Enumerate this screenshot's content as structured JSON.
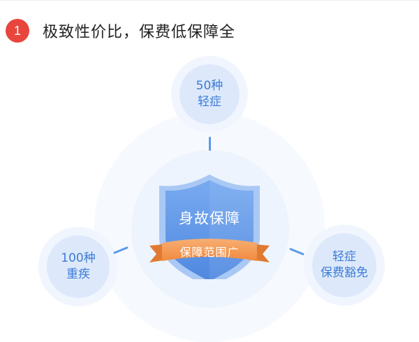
{
  "header": {
    "step_number": "1",
    "title": "极致性价比，保费低保障全"
  },
  "bubbles": {
    "top": {
      "line1": "50种",
      "line2": "轻症"
    },
    "left": {
      "line1": "100种",
      "line2": "重疾"
    },
    "right": {
      "line1": "轻症",
      "line2": "保费豁免"
    }
  },
  "shield": {
    "label": "身故保障",
    "ribbon": "保障范围广"
  },
  "colors": {
    "badge": "#e8453c",
    "bubble_fill": "#dde9fb",
    "bubble_text": "#3b7bd6",
    "shield": "#5b94e6",
    "ribbon": "#f49a55"
  }
}
